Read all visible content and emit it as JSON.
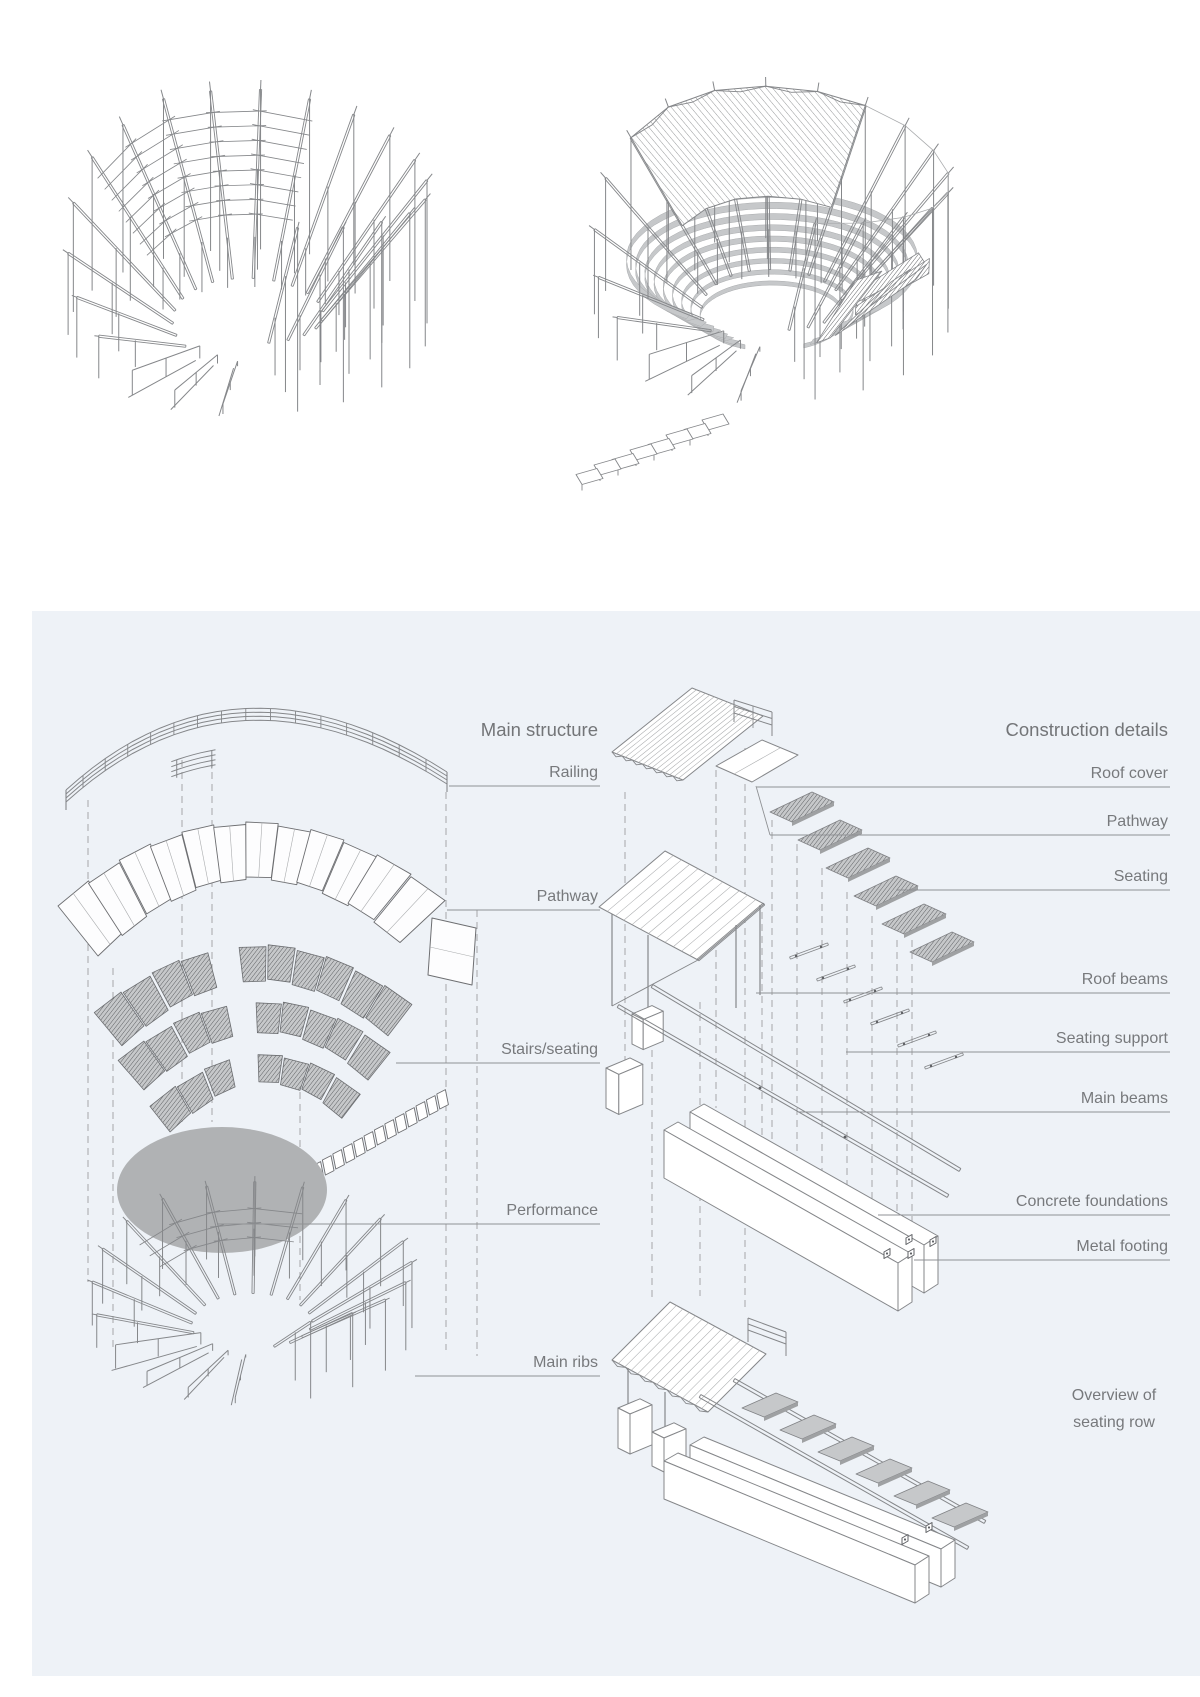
{
  "page": {
    "background": "#ffffff",
    "panel_background": "#eef2f7"
  },
  "colors": {
    "line": "#85878a",
    "line_dark": "#5f6165",
    "line_light": "#aaacae",
    "label_text": "#77797c",
    "leader": "#8f9194",
    "dash": "#a5a7aa",
    "seat_fill": "#c6c8ca",
    "seat_hatch": "#55575a",
    "performance_fill": "#b0b2b4",
    "white": "#ffffff"
  },
  "top_section": {
    "left_drawing": "amphitheater-frame-skeleton",
    "right_drawing": "amphitheater-complete-structure"
  },
  "main_structure": {
    "title": "Main structure",
    "labels": [
      {
        "text": "Railing"
      },
      {
        "text": "Pathway"
      },
      {
        "text": "Stairs/seating"
      },
      {
        "text": "Performance"
      },
      {
        "text": "Main ribs"
      }
    ]
  },
  "construction_details": {
    "title": "Construction details",
    "labels": [
      {
        "text": "Roof cover"
      },
      {
        "text": "Pathway"
      },
      {
        "text": "Seating"
      },
      {
        "text": "Roof beams"
      },
      {
        "text": "Seating support"
      },
      {
        "text": "Main beams"
      },
      {
        "text": "Concrete foundations"
      },
      {
        "text": "Metal footing"
      }
    ],
    "caption": [
      "Overview of",
      "seating row"
    ]
  }
}
